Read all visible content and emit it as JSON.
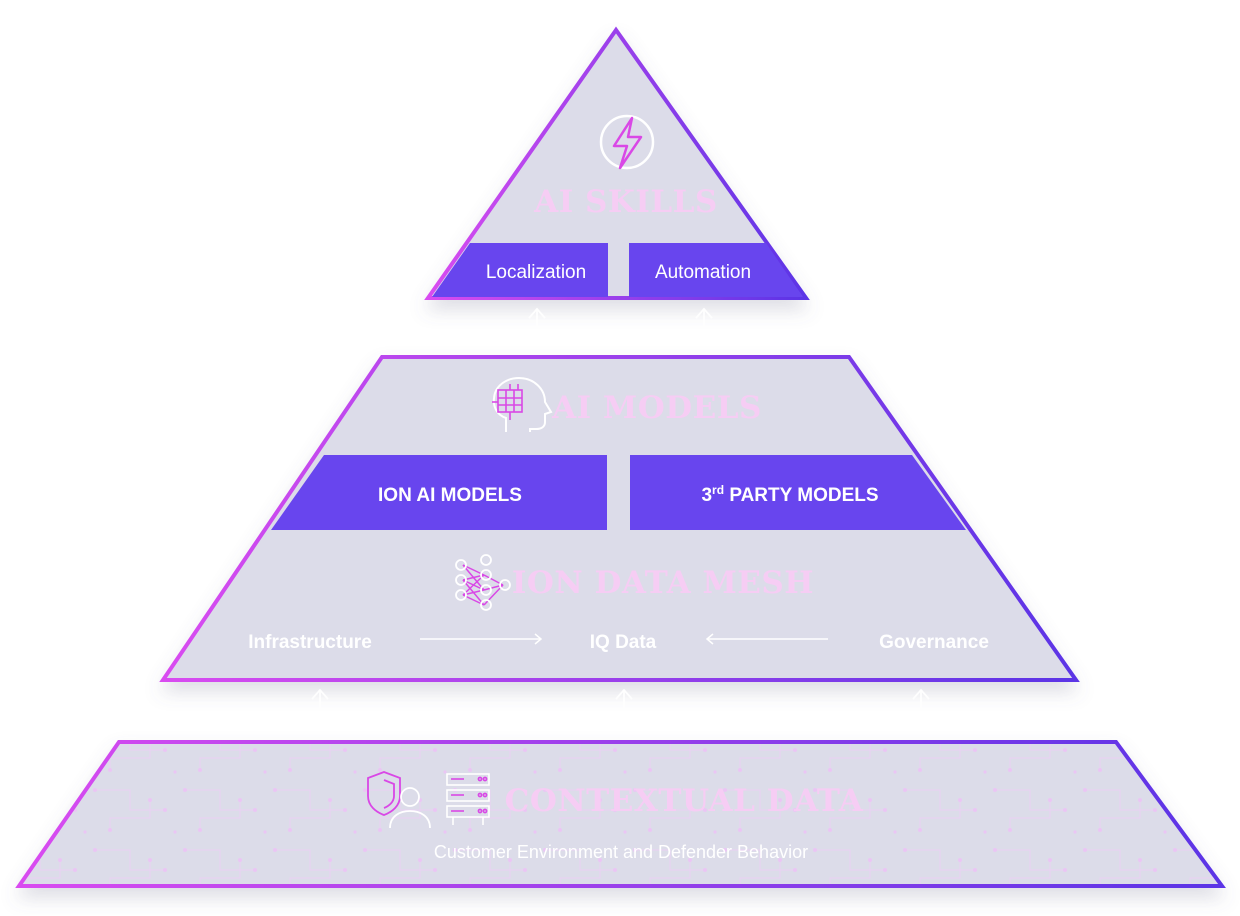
{
  "skills": {
    "title": "AI SKILLS",
    "icon": "lightning-bolt-icon",
    "items": [
      "Localization",
      "Automation"
    ]
  },
  "models": {
    "title": "AI MODELS",
    "icon": "ai-head-icon",
    "left_label": "ION AI MODELS",
    "right_prefix": "3",
    "right_sup": "rd",
    "right_rest": " PARTY MODELS"
  },
  "mesh": {
    "title": "ION DATA MESH",
    "icon": "neural-network-icon",
    "flow": [
      "Infrastructure",
      "IQ Data",
      "Governance"
    ]
  },
  "context": {
    "title": "CONTEXTUAL DATA",
    "icons": [
      "shield-user-icon",
      "server-rack-icon"
    ],
    "subtitle": "Customer Environment and Defender Behavior"
  },
  "colors": {
    "band": "#6845ee",
    "fill": "#dcdce9",
    "title": "#f6cdf4",
    "border_start": "#d94cf0",
    "border_end": "#5b34e6"
  }
}
